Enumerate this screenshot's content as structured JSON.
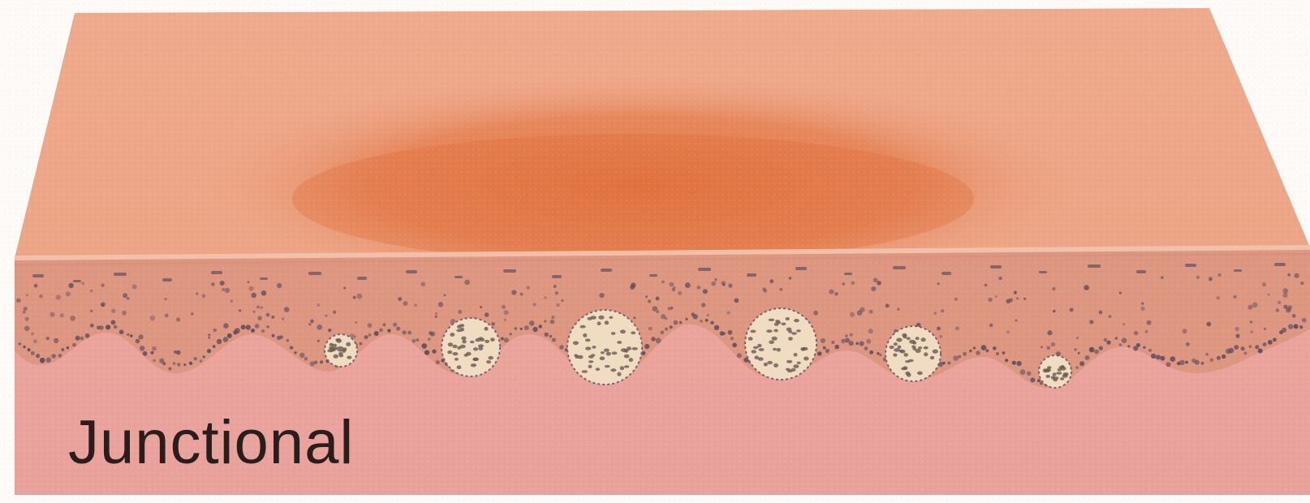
{
  "caption": "Junctional",
  "colors": {
    "background": "#fdfaf8",
    "skin_surface": "#eda689",
    "lesion_pigment": "#e0723f",
    "epidermis": "#dd9680",
    "dermis": "#eaa69e",
    "melanocyte_dots": "#5e4c5d",
    "nevus_nests": "#f0dcc0",
    "caption_text": "#2a1e1c"
  },
  "nests": [
    {
      "label": "",
      "size": "small"
    },
    {
      "label": "",
      "size": "medium"
    },
    {
      "label": "",
      "size": "large"
    },
    {
      "label": "",
      "size": "large"
    },
    {
      "label": "",
      "size": "medium"
    },
    {
      "label": "",
      "size": "small"
    }
  ]
}
